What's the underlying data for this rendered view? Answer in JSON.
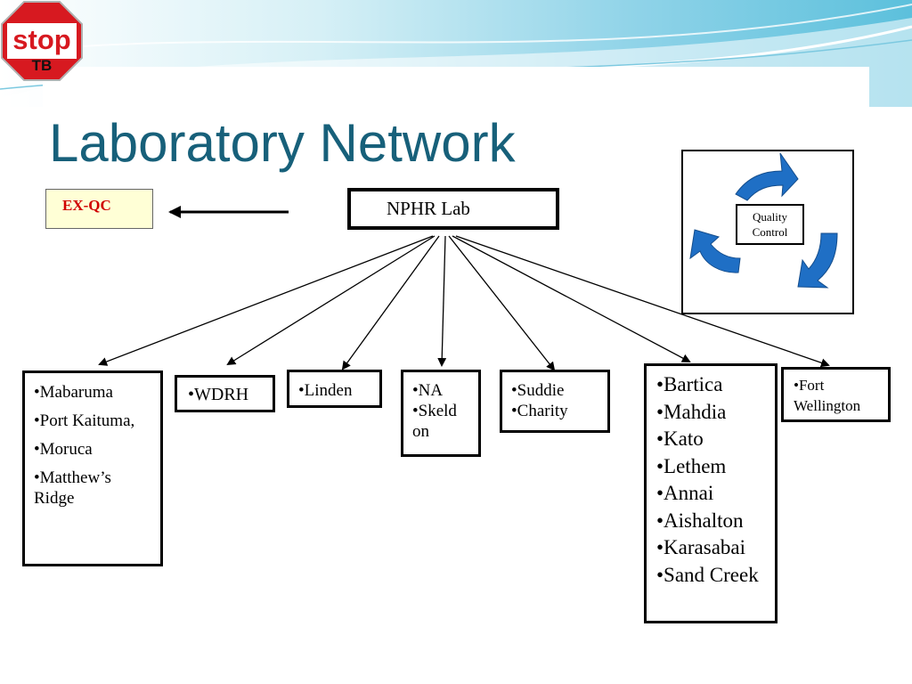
{
  "slide": {
    "title": "Laboratory Network",
    "logo": {
      "line1": "stop",
      "line2": "TB",
      "color": "#d71920"
    },
    "title_color": "#17607a"
  },
  "external_qc": {
    "label": "EX-QC",
    "label_color": "#d00000",
    "fill": "#ffffd6"
  },
  "hub": {
    "label": "NPHR Lab"
  },
  "quality_control": {
    "line1": "Quality",
    "line2": "Control",
    "arrow_color": "#1f6fc5"
  },
  "regional_labs": [
    {
      "items": [
        "•Mabaruma",
        "•Port Kaituma,",
        "•Moruca",
        "•Matthew’s Ridge"
      ]
    },
    {
      "items": [
        "•WDRH"
      ]
    },
    {
      "items": [
        "•Linden"
      ]
    },
    {
      "items": [
        "•NA",
        "•Skeld on"
      ]
    },
    {
      "items": [
        "•Suddie",
        "•Charity"
      ]
    },
    {
      "items": [
        "•Bartica",
        "•Mahdia",
        "•Kato",
        "•Lethem",
        "•Annai",
        "•Aishalton",
        "•Karasabai",
        "•Sand Creek"
      ]
    },
    {
      "items": [
        "•Fort Wellington"
      ]
    }
  ]
}
